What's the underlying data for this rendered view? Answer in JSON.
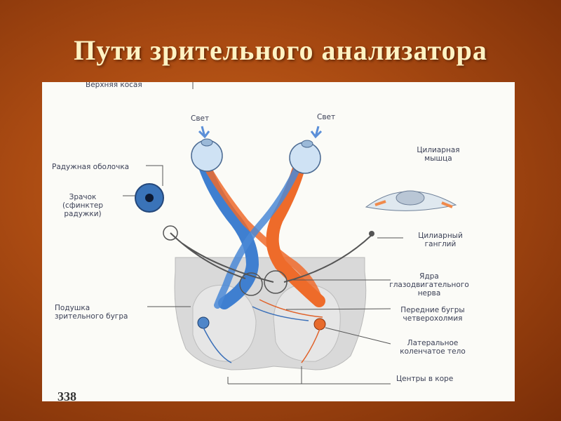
{
  "slide": {
    "title": "Пути зрительного анализатора"
  },
  "figure": {
    "page_number": "338",
    "labels": {
      "top_cut": "Верхняя косая",
      "light_left": "Свет",
      "light_right": "Свет",
      "iris": "Радужная оболочка",
      "pupil_1": "Зрачок",
      "pupil_2": "(сфинктер",
      "pupil_3": "радужки)",
      "ciliary_muscle_1": "Цилиарная",
      "ciliary_muscle_2": "мышца",
      "ciliary_ganglion_1": "Цилиарный",
      "ciliary_ganglion_2": "ганглий",
      "nuclei_1": "Ядра",
      "nuclei_2": "глазодвигательного",
      "nuclei_3": "нерва",
      "pulvinar_1": "Подушка",
      "pulvinar_2": "зрительного бугра",
      "colliculi_1": "Передние бугры",
      "colliculi_2": "четверохолмия",
      "lgn_1": "Латеральное",
      "lgn_2": "коленчатое тело",
      "cortex": "Центры в коре"
    }
  }
}
